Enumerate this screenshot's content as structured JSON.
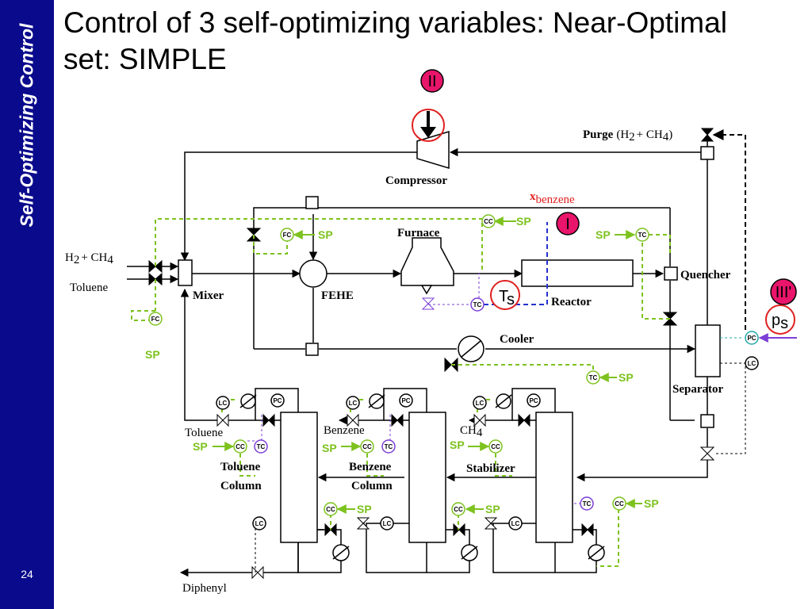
{
  "slide": {
    "title": "Control of 3 self-optimizing variables: Near-Optimal set: SIMPLE",
    "sidebar_title": "Self-Optimizing Control",
    "slide_number": "24"
  },
  "markers": {
    "I": "I",
    "II": "II",
    "III": "III'",
    "Ts": "T",
    "Ts_sub": "s",
    "ps": "p",
    "ps_sub": "s"
  },
  "labels": {
    "compressor": "Compressor",
    "purge": "Purge",
    "purge_comp_a": "(H",
    "purge_comp_b": "+ CH",
    "purge_comp_c": ")",
    "x_benzene": "x",
    "x_benzene_sub": "benzene",
    "furnace": "Furnace",
    "h2_ch4_a": "H",
    "h2_ch4_b": "+ CH",
    "toluene_feed": "Toluene",
    "mixer": "Mixer",
    "fehe": "FEHE",
    "reactor": "Reactor",
    "quencher": "Quencher",
    "cooler": "Cooler",
    "separator": "Separator",
    "toluene_out": "Toluene",
    "benzene_out": "Benzene",
    "ch4_a": "CH",
    "toluene_column_1": "Toluene",
    "toluene_column_2": "Column",
    "benzene_column_1": "Benzene",
    "benzene_column_2": "Column",
    "stabilizer": "Stabilizer",
    "diphenyl": "Diphenyl",
    "sub2": "2",
    "sub4": "4"
  },
  "controllers": {
    "sp": "SP",
    "fc": "FC",
    "cc": "CC",
    "tc": "TC",
    "lc": "LC",
    "pc": "PC"
  },
  "colors": {
    "sidebar": "#0a0a8c",
    "signal": "#7dc21e",
    "highlight": "#e8156b",
    "marker_ring": "#e02020",
    "tc_purple": "#7c3fd6",
    "x_benzene": "#e02020",
    "dashed_blue": "#2233cc",
    "pc_teal": "#20a8a8"
  }
}
